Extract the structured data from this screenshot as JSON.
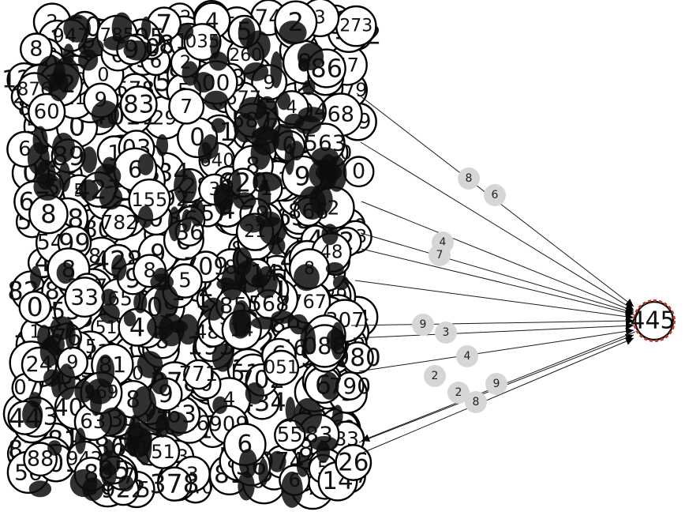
{
  "graph": {
    "target": {
      "id": "445",
      "border_color": "#c0392b"
    },
    "edges": [
      {
        "source": "2",
        "weight": "8"
      },
      {
        "source": "9",
        "weight": "6"
      },
      {
        "source": "1",
        "weight": "4"
      },
      {
        "source": "6",
        "weight": "7"
      },
      {
        "source": "0",
        "weight": "9"
      },
      {
        "source": "3",
        "weight": "3"
      },
      {
        "source": "4",
        "weight": "4"
      },
      {
        "source": "8",
        "weight": "2"
      },
      {
        "source": "4",
        "weight": "2"
      },
      {
        "source": "2",
        "weight": "9"
      },
      {
        "source": "7",
        "weight": "8"
      }
    ],
    "visible_node_labels": [
      "3",
      "4",
      "12",
      "4",
      "5",
      "6",
      "2",
      "4",
      "1",
      "3",
      "0",
      "3",
      "24",
      "1",
      "3",
      "8",
      "9",
      "8",
      "1",
      "19",
      "7",
      "97"
    ],
    "colors": {
      "node_stroke": "#000000",
      "weight_label_bg": "#d6d6d6",
      "edge": "#1a1a1a"
    }
  }
}
